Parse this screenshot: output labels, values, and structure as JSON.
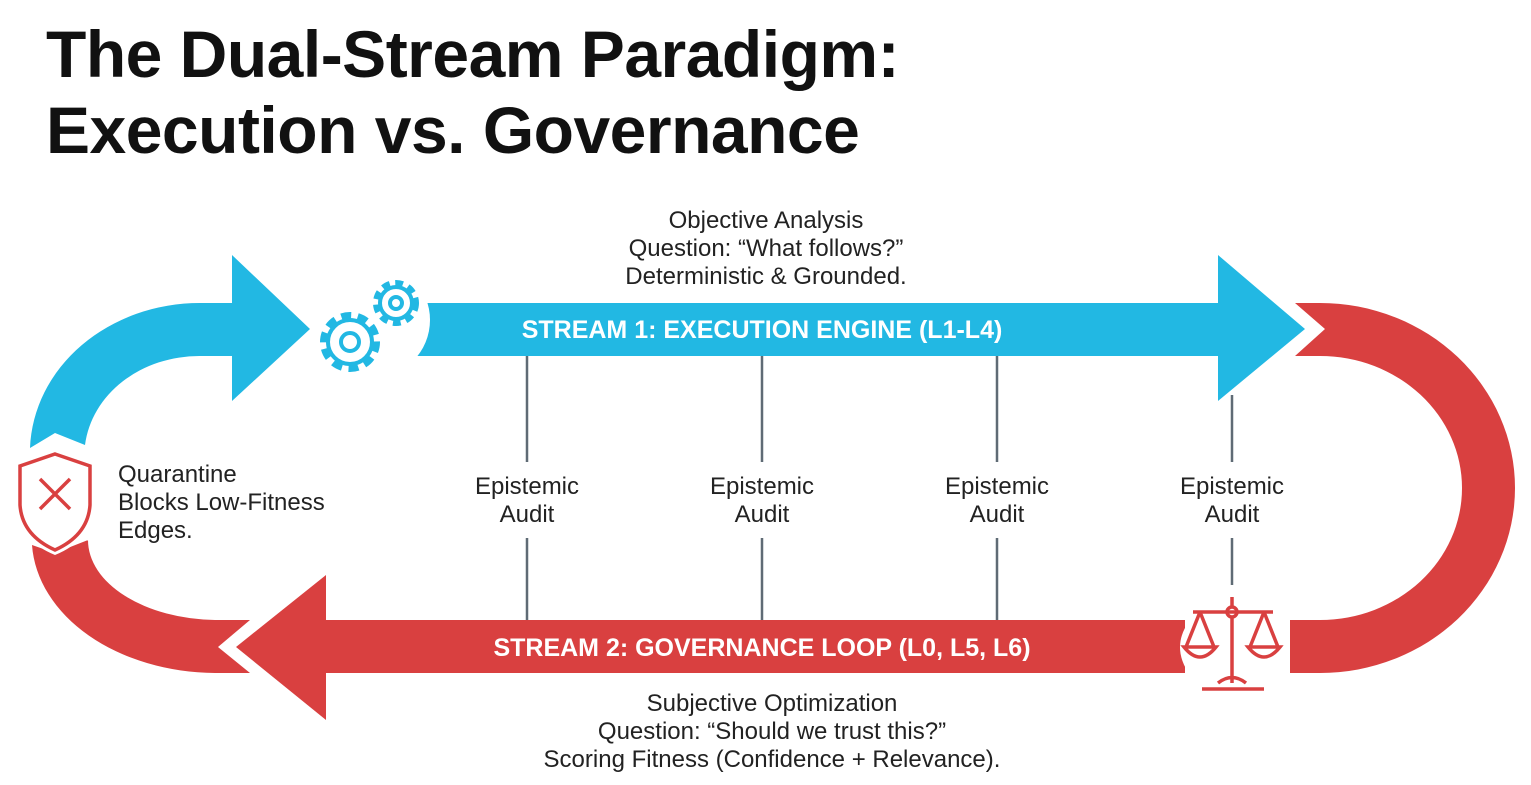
{
  "title": {
    "line1": "The Dual-Stream Paradigm:",
    "line2": "Execution vs. Governance"
  },
  "colors": {
    "execution": "#22b8e3",
    "governance": "#d94040",
    "audit_line": "#5f6b75"
  },
  "stream1": {
    "label": "STREAM 1: EXECUTION ENGINE (L1-L4)",
    "caption": [
      "Objective Analysis",
      "Question: “What follows?”",
      "Deterministic & Grounded."
    ],
    "icon": "gears-icon"
  },
  "stream2": {
    "label": "STREAM 2: GOVERNANCE LOOP (L0, L5, L6)",
    "caption": [
      "Subjective Optimization",
      "Question: “Should we trust this?”",
      "Scoring Fitness (Confidence + Relevance)."
    ],
    "icon": "scales-icon"
  },
  "quarantine": {
    "lines": [
      "Quarantine",
      "Blocks Low-Fitness",
      "Edges."
    ],
    "icon": "shield-x-icon"
  },
  "audits": [
    {
      "line1": "Epistemic",
      "line2": "Audit"
    },
    {
      "line1": "Epistemic",
      "line2": "Audit"
    },
    {
      "line1": "Epistemic",
      "line2": "Audit"
    },
    {
      "line1": "Epistemic",
      "line2": "Audit"
    }
  ]
}
